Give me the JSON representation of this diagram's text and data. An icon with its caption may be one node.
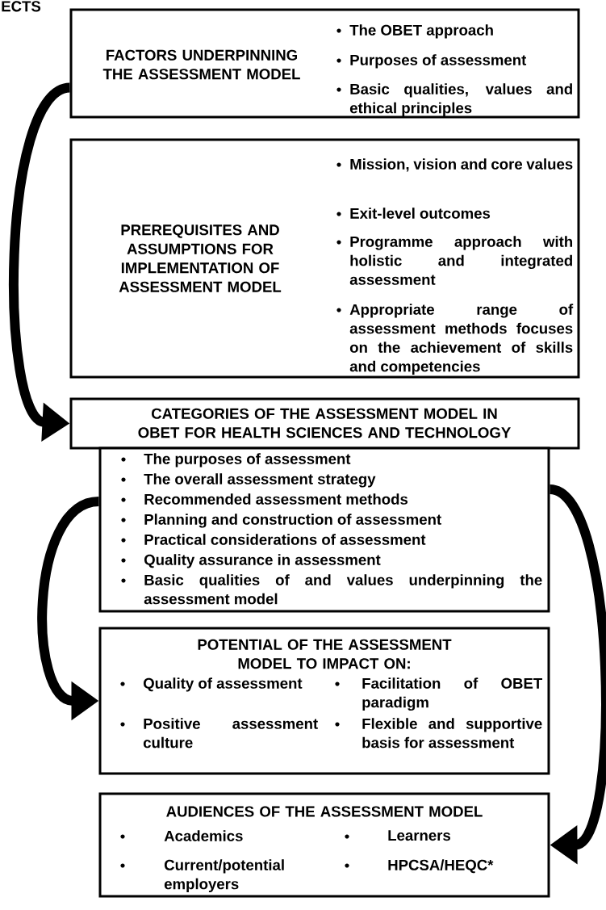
{
  "diagram": {
    "nodes": [
      {
        "text": [
          "FACTORS UNDERPINNING THE ASSESSMENT MODEL",
          "The OBET approach",
          "Purposes of assessment",
          "Basic qualities, values and ethical principles"
        ]
      },
      {
        "text": [
          "PREREQUISITES AND ASSUMPTIONS FOR IMPLEMENTATION OF ASSESSMENT MODEL",
          "Mission, vision and core values",
          "Exit-level outcomes",
          "Programme approach with holistic and integrated assessment",
          "Appropriate range of assessment methods focuses on the achievement of skills and competencies"
        ]
      },
      {
        "text": [
          "CATEGORIES OF THE ASSESSMENT MODEL IN OBET FOR HEALTH SCIENCES AND TECHNOLOGY"
        ]
      },
      {
        "text": [
          "The purposes of assessment",
          "The overall assessment strategy",
          "Recommended assessment methods",
          "Planning and construction of assessment",
          "Practical considerations of assessment",
          "Quality assurance in assessment",
          "Basic qualities of and values underpinning the assessment model"
        ]
      },
      {
        "text": [
          "POTENTIAL OF THE ASSESSMENT MODEL TO IMPACT ON:",
          "Quality of assessment",
          "Facilitation of OBET paradigm",
          "Positive assessment culture",
          "Flexible and supportive basis for assessment"
        ]
      },
      {
        "text": [
          "AUDIENCES OF THE ASSESSMENT MODEL",
          "Academics",
          "Learners",
          "Current/potential employers",
          "HPCSA/HEQC*"
        ]
      }
    ],
    "edges": [
      {
        "from": 0,
        "to": 2,
        "arrow": "to"
      },
      {
        "from": 3,
        "to": 4,
        "arrow": "to"
      },
      {
        "from": 3,
        "to": 5,
        "arrow": "to"
      }
    ],
    "labels": [
      "ECTS"
    ]
  }
}
